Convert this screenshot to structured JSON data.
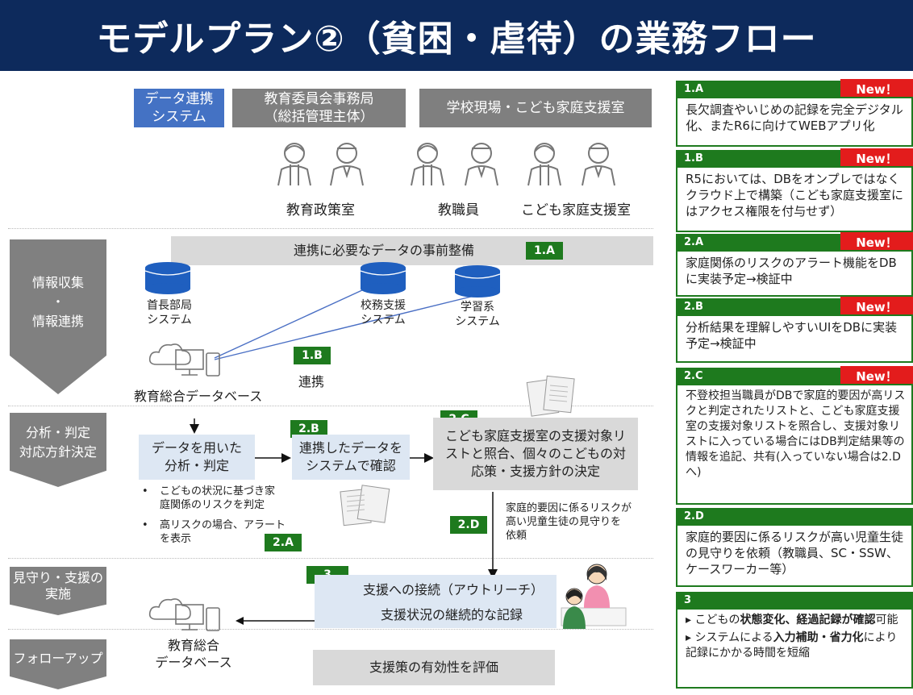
{
  "title": "モデルプラン②（貧困・虐待）の業務フロー",
  "headers": {
    "data_system": "データ連携\nシステム",
    "board": "教育委員会事務局\n（総括管理主体）",
    "school": "学校現場・こども家庭支援室"
  },
  "roles": {
    "policy": "教育政策室",
    "staff": "教職員",
    "support": "こども家庭支援室"
  },
  "phases": {
    "collect": "情報収集\n・\n情報連携",
    "analyze": "分析・判定\n対応方針決定",
    "watch": "見守り・支援の\n実施",
    "follow": "フォローアップ"
  },
  "flow": {
    "prep": "連携に必要なデータの事前整備",
    "db_mayor": "首長部局\nシステム",
    "db_school": "校務支援\nシステム",
    "db_learning": "学習系\nシステム",
    "link": "連携",
    "edu_db": "教育総合データベース",
    "analysis": "データを用いた\n分析・判定",
    "confirm": "連携したデータを\nシステムで確認",
    "decide": "こども家庭支援室の支援対象リストと照合、個々のこどもの対応策・支援方針の決定",
    "bullet1": "こどもの状況に基づき家\n庭関係のリスクを判定",
    "bullet2": "高リスクの場合、アラート\nを表示",
    "request": "家庭的要因に係るリスクが\n高い児童生徒の見守りを\n依頼",
    "outreach": "支援への接続（アウトリーチ）",
    "record": "支援状況の継続的な記録",
    "edu_db2": "教育総合\nデータベース",
    "evaluate": "支援策の有効性を評価"
  },
  "tags": {
    "t1a": "1.A",
    "t1b": "1.B",
    "t2a": "2.A",
    "t2b": "2.B",
    "t2c": "2.C",
    "t2d": "2.D",
    "t3": "3"
  },
  "notes": {
    "new": "New！",
    "n1a": "長欠調査やいじめの記録を完全デジタル化、またR6に向けてWEBアプリ化",
    "n1b": "R5においては、DBをオンプレではなくクラウド上で構築（こども家庭支援室にはアクセス権限を付与せず）",
    "n2a": "家庭関係のリスクのアラート機能をDBに実装予定→検証中",
    "n2b": "分析結果を理解しやすいUIをDBに実装予定→検証中",
    "n2c": "不登校担当職員がDBで家庭的要因が高リスクと判定されたリストと、こども家庭支援室の支援対象リストを照合し、支援対象リストに入っている場合にはDB判定結果等の情報を追記、共有(入っていない場合は2.Dへ)",
    "n2d": "家庭的要因に係るリスクが高い児童生徒の見守りを依頼（教職員、SC・SSW、ケースワーカー等）",
    "n3_p1a": "こどもの",
    "n3_p1b": "状態変化、経過記録が確認",
    "n3_p1c": "可能",
    "n3_p2a": "システムによる",
    "n3_p2b": "入力補助・省力化",
    "n3_p2c": "により記録にかかる時間を短縮"
  },
  "colors": {
    "title_bg": "#0d2a5c",
    "green": "#1e7a1e",
    "red": "#e31c1c",
    "blue_header": "#4472c4",
    "db_blue": "#1f5fbf"
  }
}
